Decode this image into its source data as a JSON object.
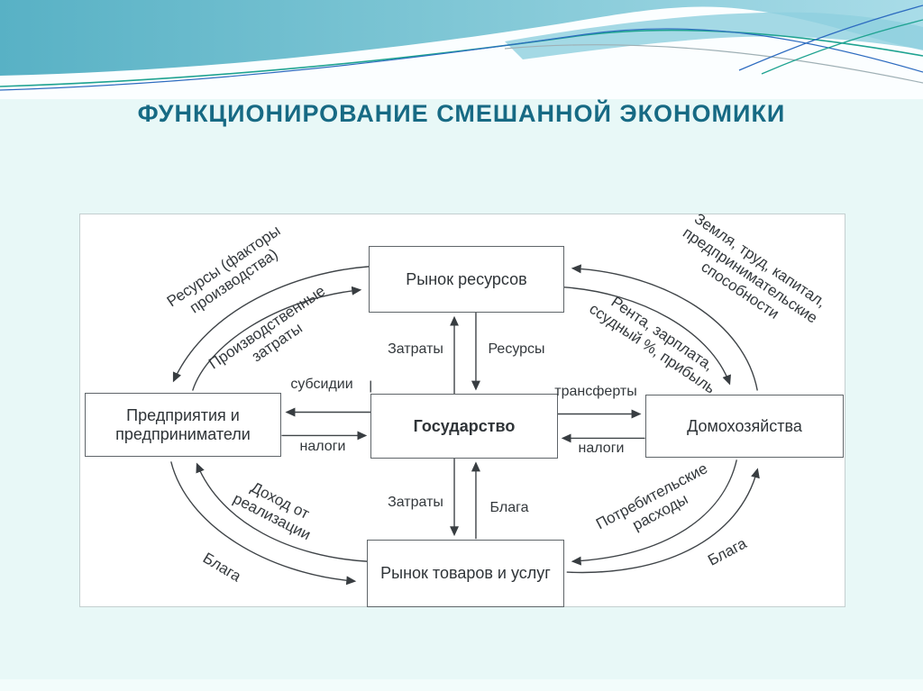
{
  "slide": {
    "title": "ФУНКЦИОНИРОВАНИЕ СМЕШАННОЙ ЭКОНОМИКИ",
    "colors": {
      "title": "#176a84",
      "background": "#e8f8f7",
      "panel_background": "#ffffff",
      "panel_border": "#c4cfd0",
      "diagram_line": "#3f4448",
      "box_border": "#5f6569",
      "wave_blue_dark": "#58b1c5",
      "wave_blue_light": "#a9dce8",
      "wave_line_green": "#1fa391",
      "wave_line_blue": "#2e6cc0",
      "wave_line_gray": "#9fb0b5"
    }
  },
  "diagram": {
    "nodes": {
      "resource_market": {
        "label": "Рынок ресурсов"
      },
      "enterprises": {
        "lines": [
          "Предприятия и",
          "предприниматели"
        ]
      },
      "state": {
        "label": "Государство"
      },
      "households": {
        "label": "Домохозяйства"
      },
      "goods_market": {
        "label": "Рынок товаров и услуг"
      }
    },
    "labels": {
      "resources_factors": [
        "Ресурсы (факторы",
        "производства)"
      ],
      "production_costs": [
        "Производственные",
        "затраты"
      ],
      "land_labor_capital": [
        "Земля, труд, капитал,",
        "предпринимательские",
        "способности"
      ],
      "rent_wage_interest_profit": [
        "Рента, зарплата,",
        "ссудный %, прибыль"
      ],
      "costs_upper": "Затраты",
      "resources": "Ресурсы",
      "subsidies": "субсидии",
      "taxes_left": "налоги",
      "transfers": "трансферты",
      "taxes_right": "налоги",
      "costs_lower": "Затраты",
      "goods_center": "Блага",
      "income_from_sales": [
        "Доход от",
        "реализации"
      ],
      "goods_lower_left": "Блага",
      "consumer_spending": [
        "Потребительские",
        "расходы"
      ],
      "goods_lower_right": "Блага"
    }
  }
}
